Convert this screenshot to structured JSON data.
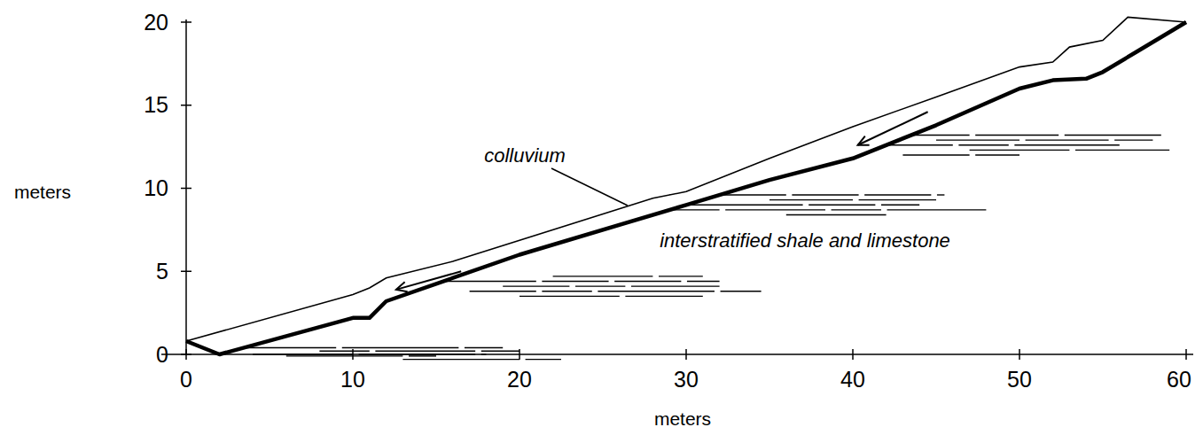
{
  "diagram": {
    "labels": [
      "20",
      "15",
      "10",
      "5",
      "0",
      "meters",
      "colluvium",
      "interstratified shale and limestone",
      "0",
      "10",
      "20",
      "30",
      "40",
      "50",
      "60",
      "meters"
    ]
  }
}
